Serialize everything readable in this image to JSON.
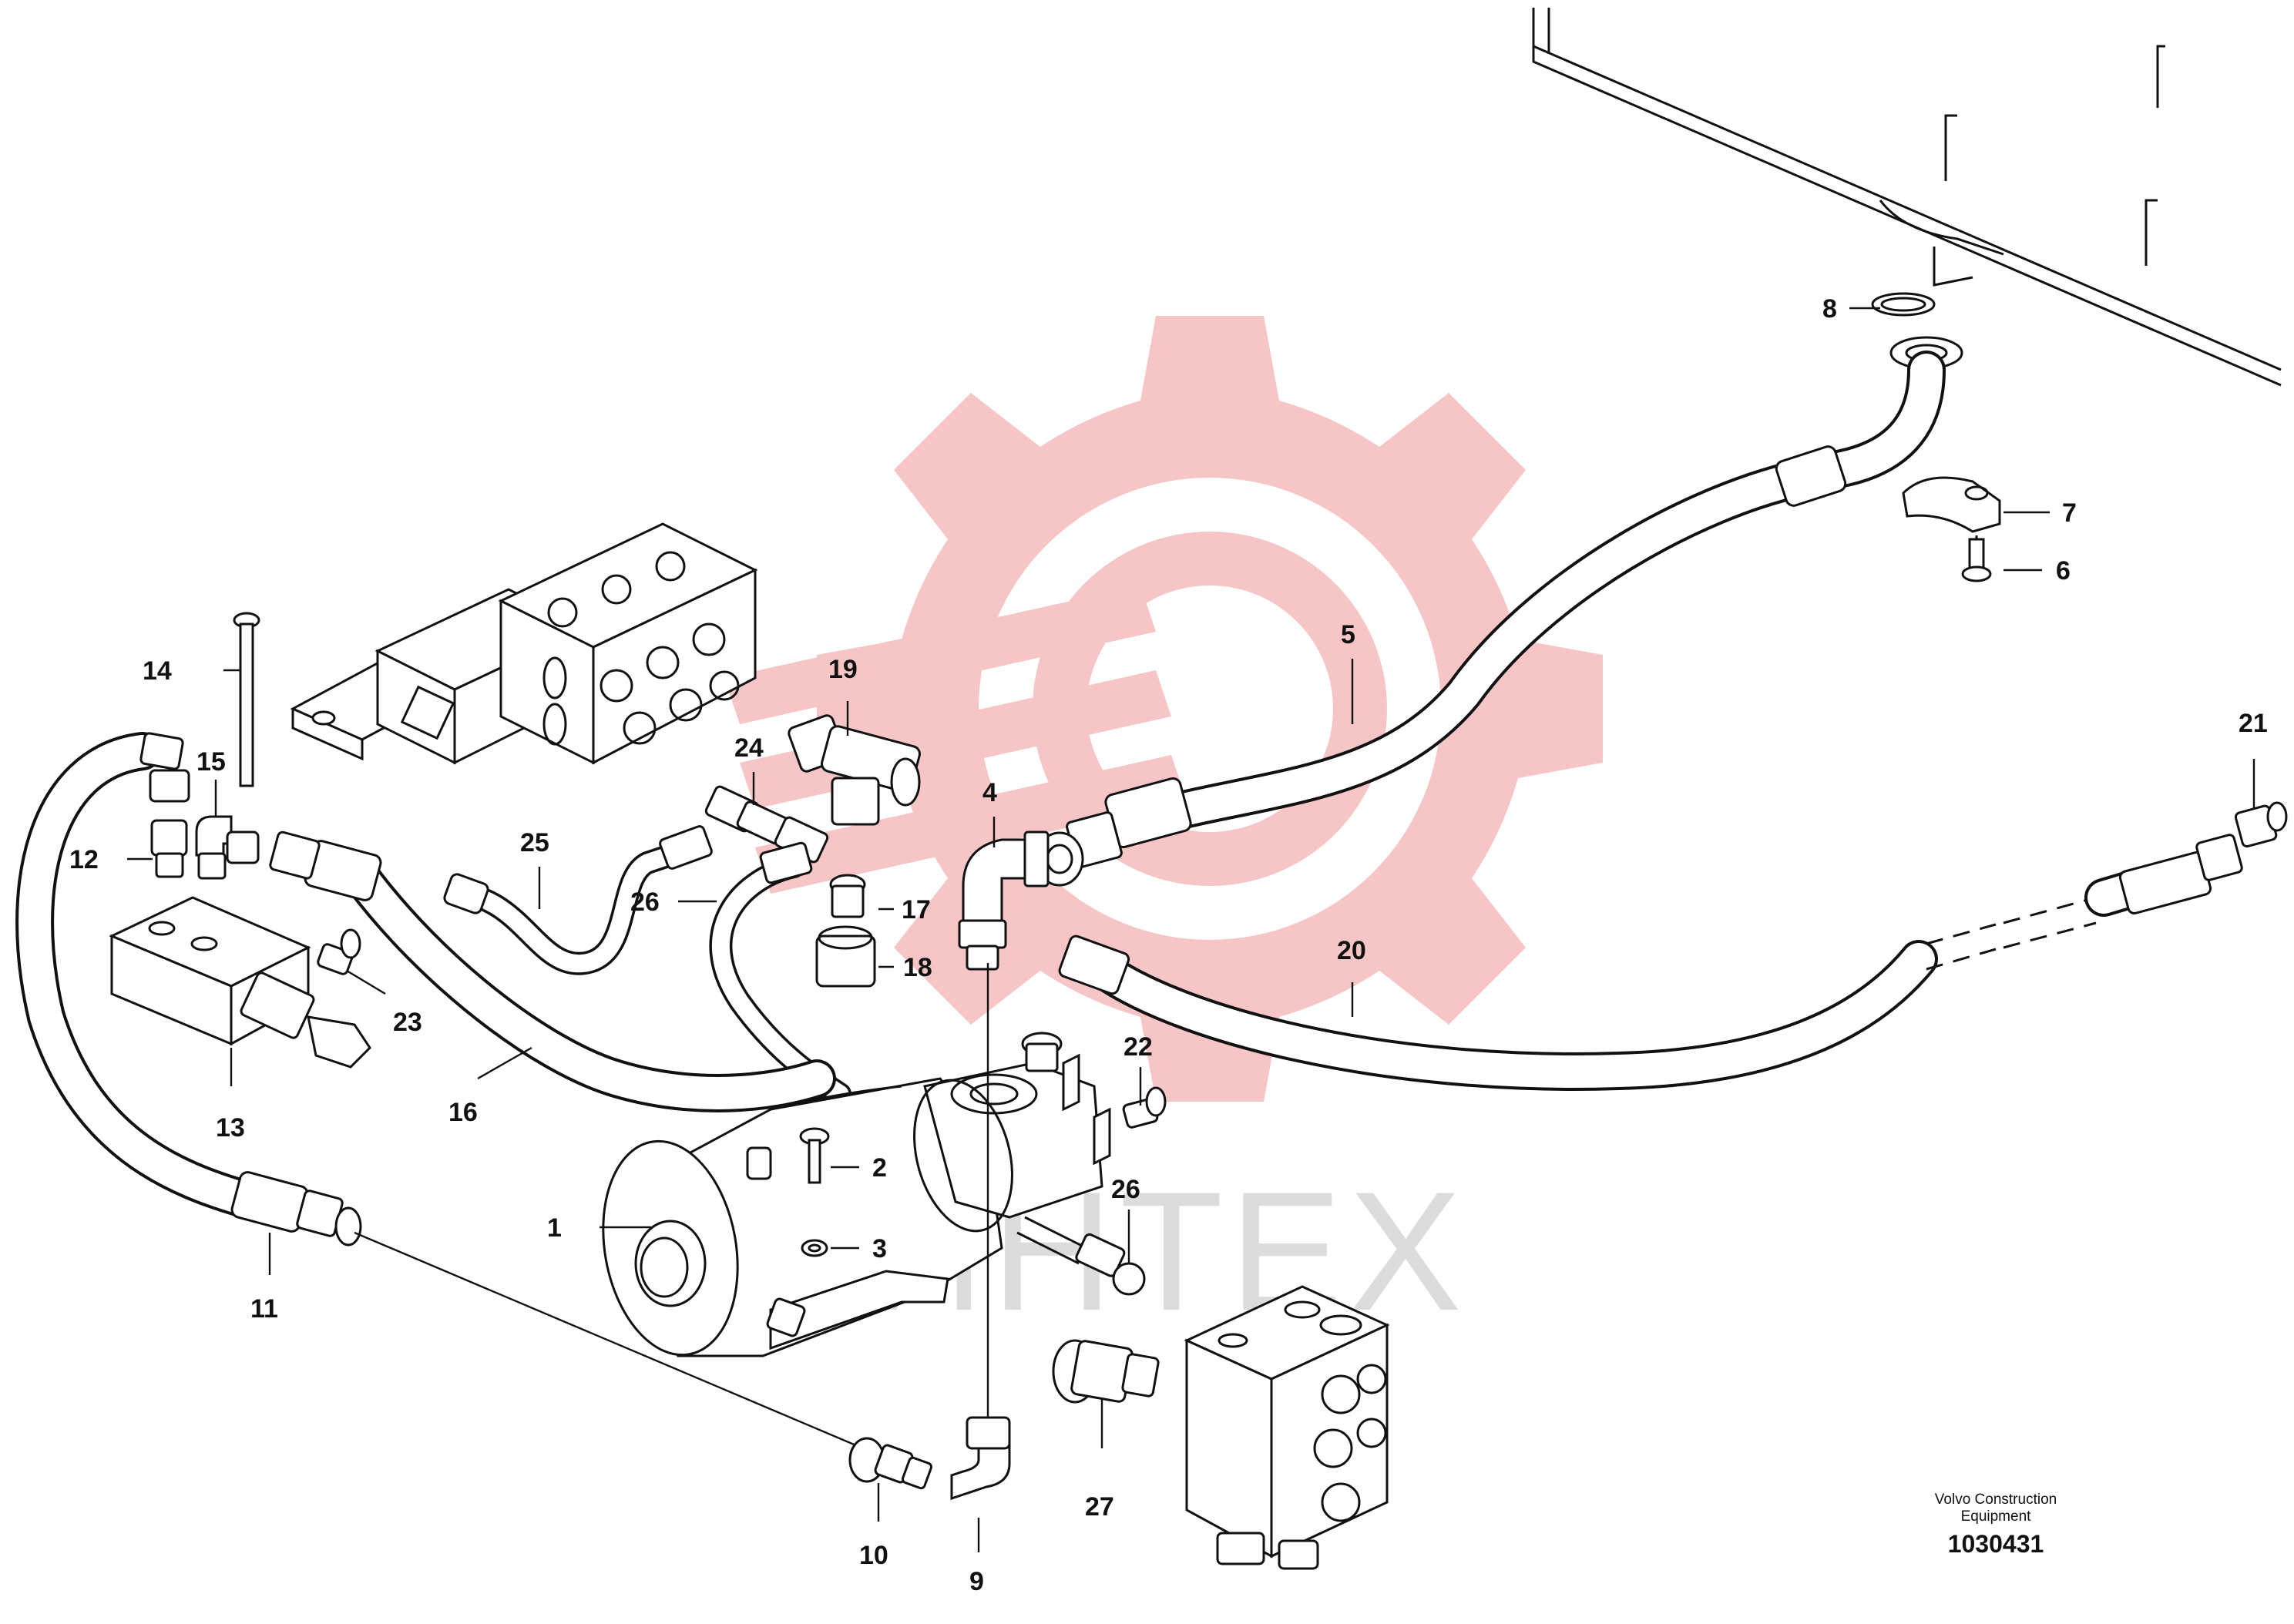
{
  "diagram": {
    "title": "",
    "watermark_text": "ИНТЕХ",
    "callouts": [
      "1",
      "2",
      "3",
      "4",
      "5",
      "6",
      "7",
      "8",
      "9",
      "10",
      "11",
      "12",
      "13",
      "14",
      "15",
      "16",
      "17",
      "18",
      "19",
      "20",
      "21",
      "22",
      "23",
      "24",
      "25",
      "26",
      "26",
      "27"
    ],
    "publisher": {
      "line1": "Volvo Construction",
      "line2": "Equipment",
      "drawing_number": "1030431"
    },
    "colors": {
      "line": "#111111",
      "watermark_gear": "#f6c3c3",
      "watermark_text": "#dcdcdc",
      "background": "#ffffff"
    }
  }
}
